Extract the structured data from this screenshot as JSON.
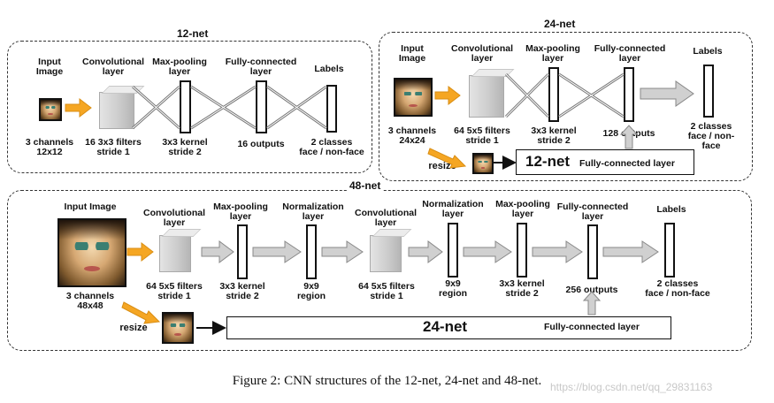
{
  "net12": {
    "title": "12-net",
    "input_label": "Input\nImage",
    "conv_label": "Convolutional\nlayer",
    "pool_label": "Max-pooling\nlayer",
    "fc_label": "Fully-connected\nlayer",
    "labels_label": "Labels",
    "input_desc": "3 channels\n12x12",
    "conv_desc": "16 3x3 filters\nstride 1",
    "pool_desc": "3x3 kernel\nstride 2",
    "fc_desc": "16 outputs",
    "labels_desc": "2 classes\nface / non-face"
  },
  "net24": {
    "title": "24-net",
    "input_label": "Input\nImage",
    "conv_label": "Convolutional\nlayer",
    "pool_label": "Max-pooling\nlayer",
    "fc_label": "Fully-connected\nlayer",
    "labels_label": "Labels",
    "input_desc": "3 channels\n24x24",
    "conv_desc": "64 5x5 filters\nstride 1",
    "pool_desc": "3x3 kernel\nstride 2",
    "fc_desc": "128 outputs",
    "labels_desc": "2 classes\nface / non-face",
    "resize_label": "resize",
    "sub_net_name": "12-net",
    "sub_fc_label": "Fully-connected layer"
  },
  "net48": {
    "title": "48-net",
    "input_label": "Input Image",
    "conv1_label": "Convolutional\nlayer",
    "pool1_label": "Max-pooling\nlayer",
    "norm1_label": "Normalization\nlayer",
    "conv2_label": "Convolutional\nlayer",
    "norm2_label": "Normalization\nlayer",
    "pool2_label": "Max-pooling\nlayer",
    "fc_label": "Fully-connected\nlayer",
    "labels_label": "Labels",
    "input_desc": "3 channels\n48x48",
    "conv1_desc": "64 5x5 filters\nstride 1",
    "pool1_desc": "3x3 kernel\nstride 2",
    "norm1_desc": "9x9\nregion",
    "conv2_desc": "64 5x5 filters\nstride 1",
    "norm2_desc": "9x9\nregion",
    "pool2_desc": "3x3 kernel\nstride 2",
    "fc_desc": "256 outputs",
    "labels_desc": "2 classes\nface / non-face",
    "resize_label": "resize",
    "sub_net_name": "24-net",
    "sub_fc_label": "Fully-connected layer"
  },
  "caption": "Figure 2: CNN structures of the 12-net, 24-net and 48-net.",
  "watermark": "https://blog.csdn.net/qq_29831163",
  "colors": {
    "orange_arrow": "#f5a623",
    "gray_arrow": "#cfcfcf",
    "border": "#333333"
  }
}
